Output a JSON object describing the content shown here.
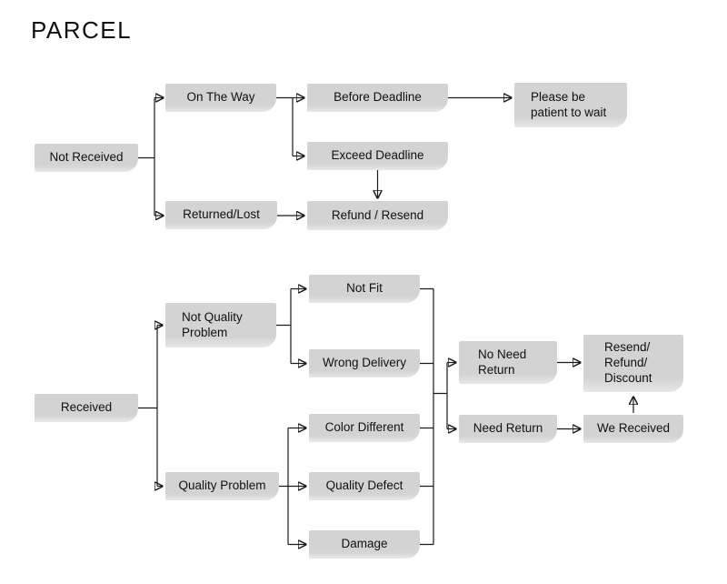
{
  "title": "PARCEL",
  "colors": {
    "node_fill": "#d3d3d3",
    "node_fill_fade": "#e8e8e8",
    "line": "#1a1a1a",
    "text": "#111111",
    "background": "#ffffff"
  },
  "nodes": {
    "not_received": {
      "label": "Not Received"
    },
    "on_the_way": {
      "label": "On The Way"
    },
    "before_deadline": {
      "label": "Before Deadline"
    },
    "please_wait": {
      "label": "Please be\npatient to wait"
    },
    "exceed_deadline": {
      "label": "Exceed Deadline"
    },
    "returned_lost": {
      "label": "Returned/Lost"
    },
    "refund_resend": {
      "label": "Refund / Resend"
    },
    "received": {
      "label": "Received"
    },
    "not_quality_problem": {
      "label": "Not Quality\nProblem"
    },
    "quality_problem": {
      "label": "Quality Problem"
    },
    "not_fit": {
      "label": "Not Fit"
    },
    "wrong_delivery": {
      "label": "Wrong Delivery"
    },
    "color_different": {
      "label": "Color Different"
    },
    "quality_defect": {
      "label": "Quality Defect"
    },
    "damage": {
      "label": "Damage"
    },
    "no_need_return": {
      "label": "No Need\nReturn"
    },
    "need_return": {
      "label": "Need Return"
    },
    "resend_refund_discount": {
      "label": "Resend/\nRefund/\nDiscount"
    },
    "we_received": {
      "label": "We Received"
    }
  }
}
